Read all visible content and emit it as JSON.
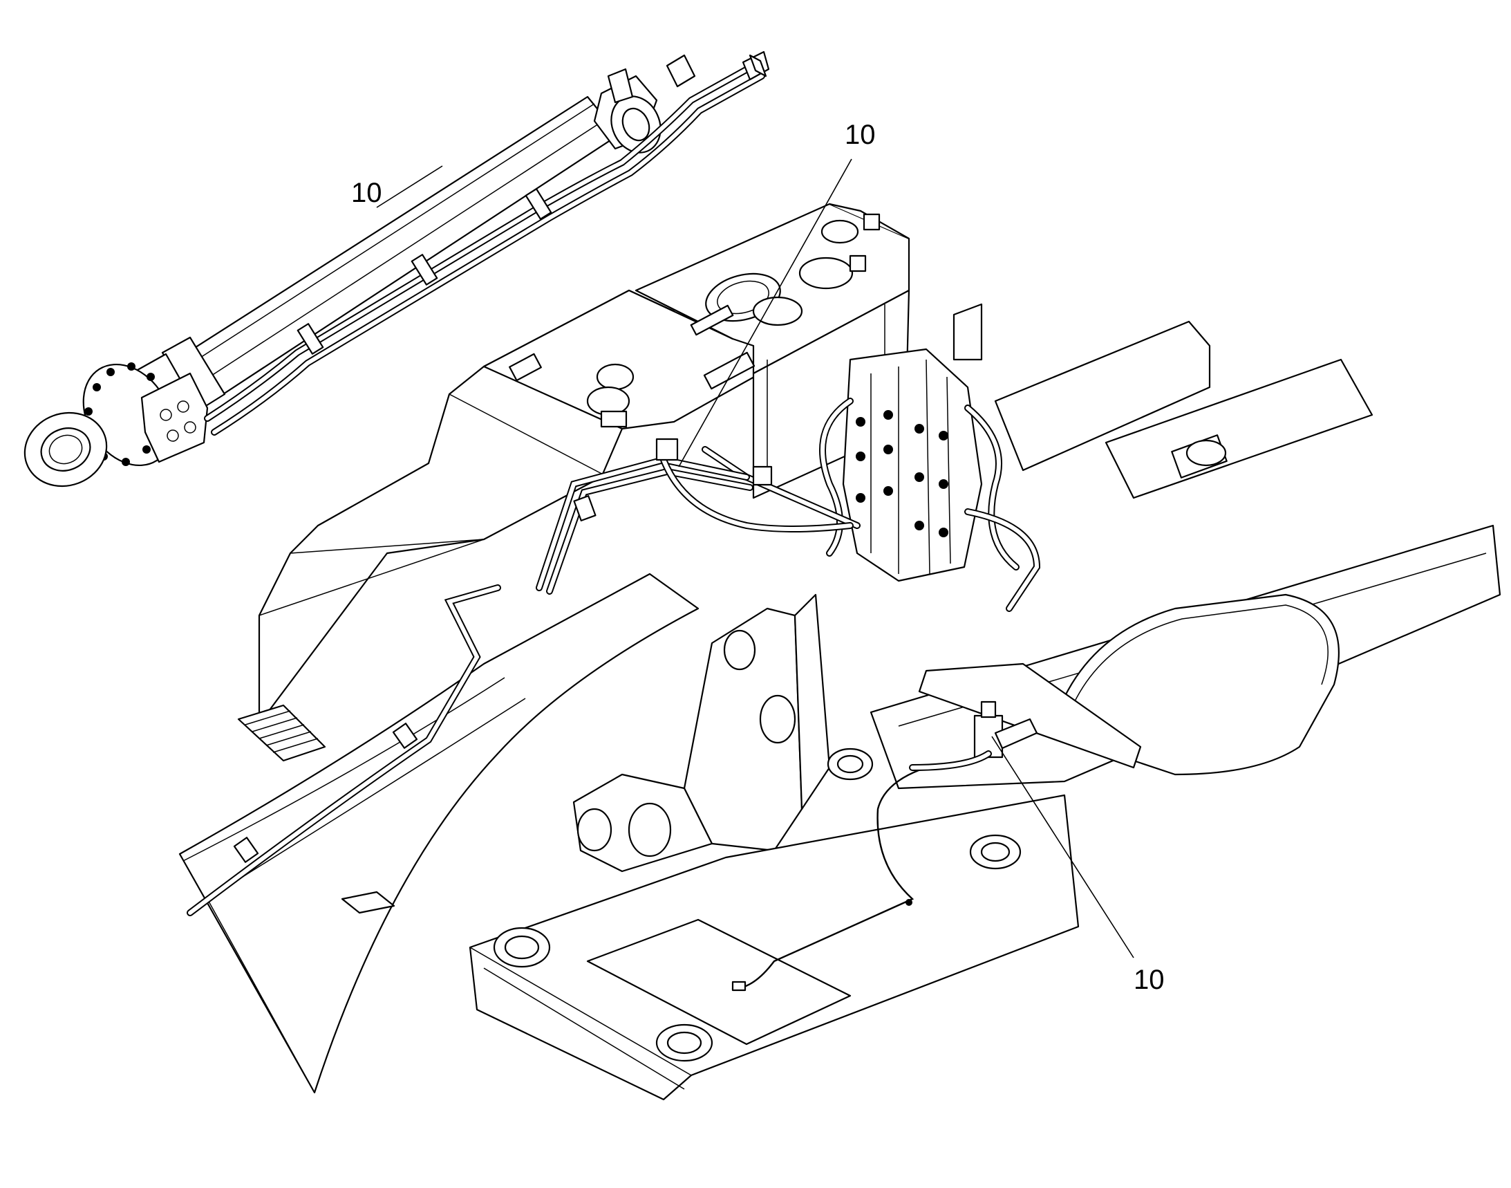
{
  "diagram": {
    "callouts": [
      {
        "id": "callout-boom-cylinder",
        "label": "10"
      },
      {
        "id": "callout-upper-hose",
        "label": "10"
      },
      {
        "id": "callout-valve",
        "label": "10"
      }
    ],
    "line_color": "#000000",
    "background_color": "#ffffff"
  }
}
